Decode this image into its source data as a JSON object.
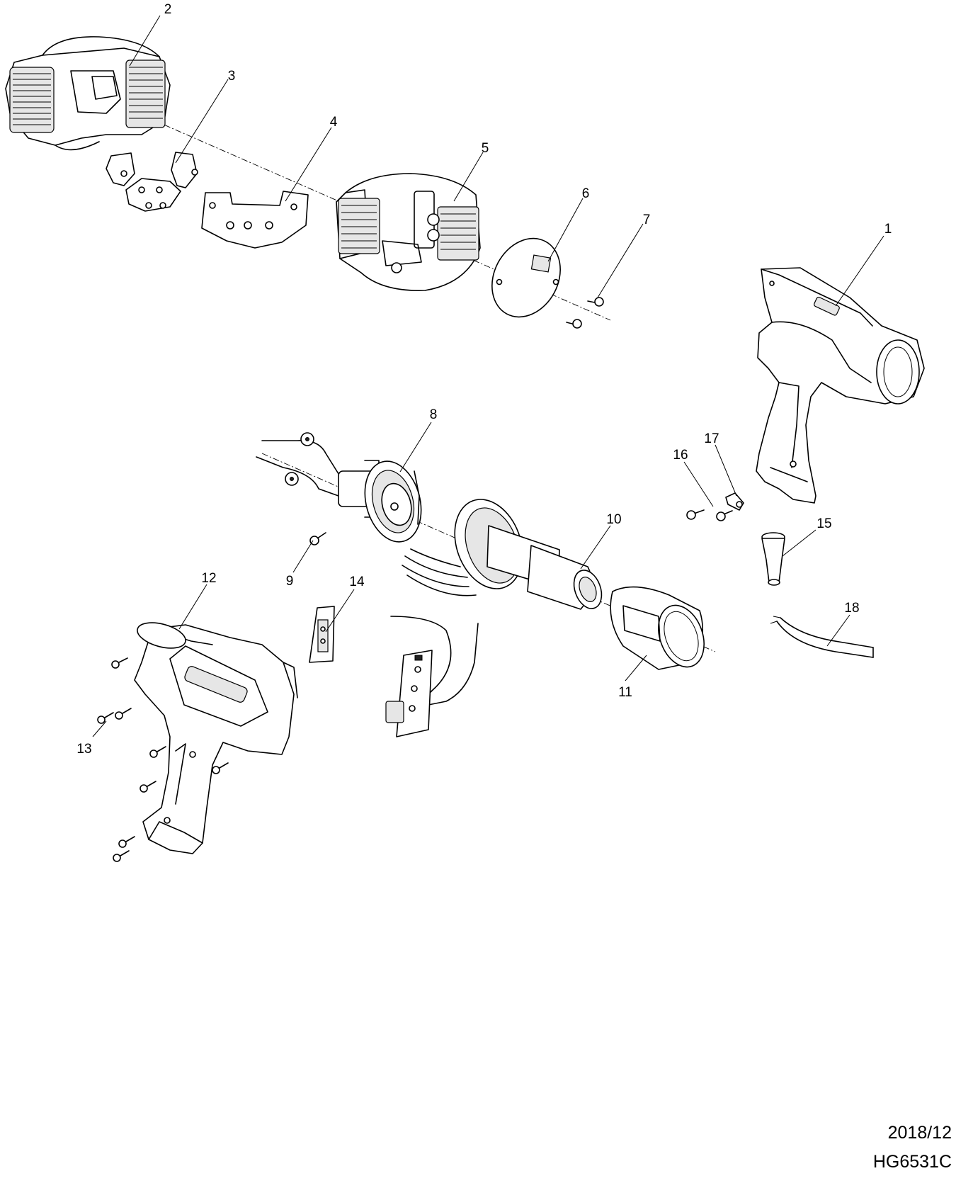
{
  "diagram": {
    "callouts": [
      {
        "id": "1",
        "label": "1"
      },
      {
        "id": "2",
        "label": "2"
      },
      {
        "id": "3",
        "label": "3"
      },
      {
        "id": "4",
        "label": "4"
      },
      {
        "id": "5",
        "label": "5"
      },
      {
        "id": "6",
        "label": "6"
      },
      {
        "id": "7",
        "label": "7"
      },
      {
        "id": "8",
        "label": "8"
      },
      {
        "id": "9",
        "label": "9"
      },
      {
        "id": "10",
        "label": "10"
      },
      {
        "id": "11",
        "label": "11"
      },
      {
        "id": "12",
        "label": "12"
      },
      {
        "id": "13",
        "label": "13"
      },
      {
        "id": "14",
        "label": "14"
      },
      {
        "id": "15",
        "label": "15"
      },
      {
        "id": "16",
        "label": "16"
      },
      {
        "id": "17",
        "label": "17"
      },
      {
        "id": "18",
        "label": "18"
      }
    ]
  },
  "footer": {
    "date": "2018/12",
    "model": "HG6531C"
  }
}
